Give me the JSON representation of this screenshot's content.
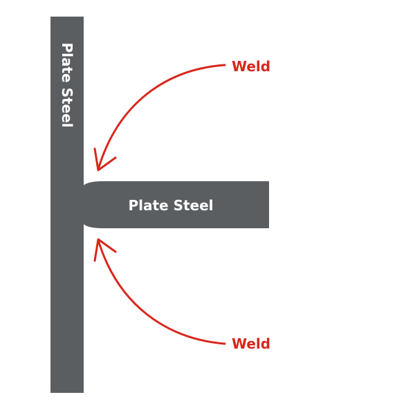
{
  "colors": {
    "steel": "#5b5e61",
    "weld": "#d9261c",
    "text_on_steel": "#ffffff"
  },
  "vertical_plate": {
    "label": "Plate Steel"
  },
  "horizontal_plate": {
    "label": "Plate Steel"
  },
  "welds": [
    {
      "label": "Weld"
    },
    {
      "label": "Weld"
    }
  ]
}
